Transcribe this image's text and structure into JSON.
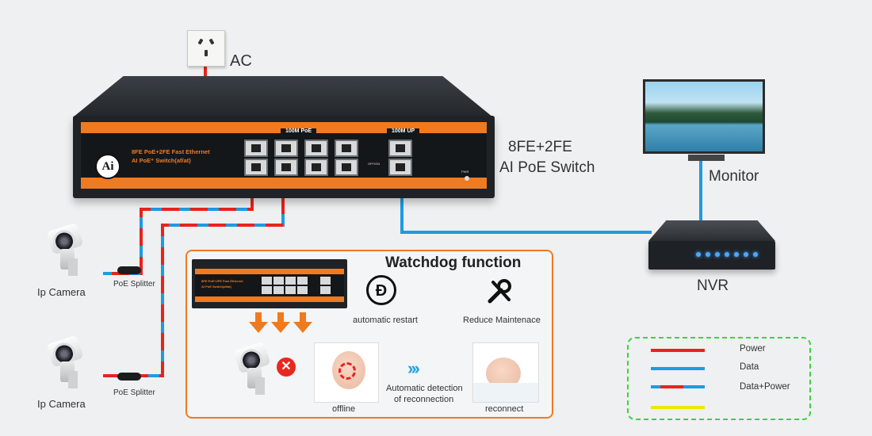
{
  "labels": {
    "ac": "AC",
    "switch_name_line1": "8FE+2FE",
    "switch_name_line2": "AI PoE Switch",
    "monitor": "Monitor",
    "nvr": "NVR",
    "camera1": "Ip Camera",
    "camera2": "Ip Camera",
    "splitter1": "PoE Splitter",
    "splitter2": "PoE Splitter"
  },
  "switch": {
    "logo": "Ai",
    "model_line1": "8FE PoE+2FE Fast Ethernet",
    "model_line2": "AI PoE⁺ Switch(af/at)",
    "poe_group": "100M PoE",
    "uplink_group": "100M UP",
    "mode_label": "OFF/ON",
    "pwr_label": "PWR"
  },
  "watchdog": {
    "title": "Watchdog function",
    "restart_icon_text": "Đ",
    "automatic_restart": "automatic restart",
    "reduce_maintenance": "Reduce Maintenace",
    "detection_line1": "Automatic detection",
    "detection_line2": "of reconnection",
    "offline": "offline",
    "reconnect": "reconnect",
    "mini_model_line1": "8FE PoE+2FE Fast Ethernet",
    "mini_model_line2": "AI PoE Switch(af/at)"
  },
  "legend": {
    "items": [
      {
        "label": "Power",
        "color": "#e8231c"
      },
      {
        "label": "Data",
        "color": "#1e9be0"
      },
      {
        "label": "Data+Power",
        "color": "#1e9be0",
        "accent": "#e8231c"
      },
      {
        "label": "",
        "color": "#f2e600"
      }
    ]
  },
  "colors": {
    "accent_orange": "#f07a1f",
    "power_red": "#e8231c",
    "data_blue": "#1e9be0",
    "legend_border": "#3fd13f"
  },
  "icons": {
    "restart": "restart-icon",
    "maintenance": "wrench-screwdriver-icon",
    "offline": "x-circle-icon",
    "reconnect": "chevrons-right-icon"
  }
}
